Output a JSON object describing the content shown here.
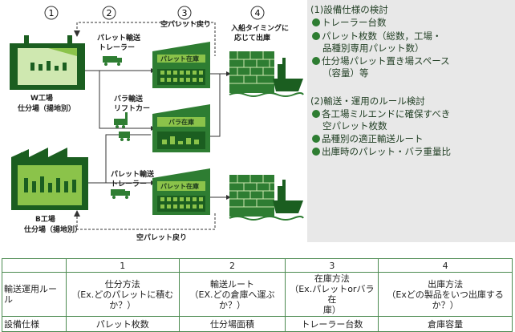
{
  "diagram": {
    "step_numbers": [
      "1",
      "2",
      "3",
      "4"
    ],
    "labels": {
      "empty_pallet_return_top": "空パレット戻り",
      "empty_pallet_return_bottom": "空パレット戻り",
      "pallet_trailer_1": [
        "パレット輸送",
        "トレーラー"
      ],
      "bulk_forklift": [
        "バラ輸送",
        "リフトカー"
      ],
      "pallet_trailer_2": [
        "パレット輸送",
        "トレーラー"
      ],
      "warehouse_pallet_1": "パレット在庫",
      "warehouse_bulk": "バラ在庫",
      "warehouse_pallet_2": "パレット在庫",
      "ship_timing": [
        "入船タイミングに",
        "応じて出庫"
      ],
      "factory_w": [
        "W工場",
        "仕分場（揚地別）"
      ],
      "factory_b": [
        "B工場",
        "仕分場（揚地別）"
      ]
    }
  },
  "panel": {
    "section1_title": "(1)設備仕様の検討",
    "section1_items": [
      [
        "トレーラー台数"
      ],
      [
        "パレット枚数（総数，工場・",
        "品種別専用パレット数）"
      ],
      [
        "仕分場パレット置き場スペース",
        "（容量）等"
      ]
    ],
    "section2_title": "(2)輸送・運用のルール検討",
    "section2_items": [
      [
        "各工場ミルエンドに確保すべき",
        "空パレット枚数"
      ],
      [
        "品種別の適正輸送ルート"
      ],
      [
        "出庫時のパレット・バラ重量比"
      ]
    ]
  },
  "table": {
    "columns": [
      "1",
      "2",
      "3",
      "4"
    ],
    "rows": [
      {
        "label": "輸送運用ルール",
        "cells": [
          [
            "仕分方法",
            "（Ex.どのパレットに積む",
            "か？）"
          ],
          [
            "輸送ルート",
            "（EX.どの倉庫へ運ぶか？）"
          ],
          [
            "在庫方法",
            "（Ex.パレットorバラ在",
            "庫）"
          ],
          [
            "出庫方法",
            "（Exどの製品をいつ出庫する",
            "か？）"
          ]
        ]
      },
      {
        "label": "設備仕様",
        "cells": [
          [
            "パレット枚数"
          ],
          [
            "仕分場面積"
          ],
          [
            "トレーラー台数"
          ],
          [
            "倉庫容量"
          ]
        ]
      }
    ]
  },
  "colors": {
    "green": "#2e7d32",
    "dark_green": "#1b5e20",
    "light_green": "#8bc34a",
    "panel_bg": "#e8e8e8",
    "table_border": "#4b8a50"
  }
}
